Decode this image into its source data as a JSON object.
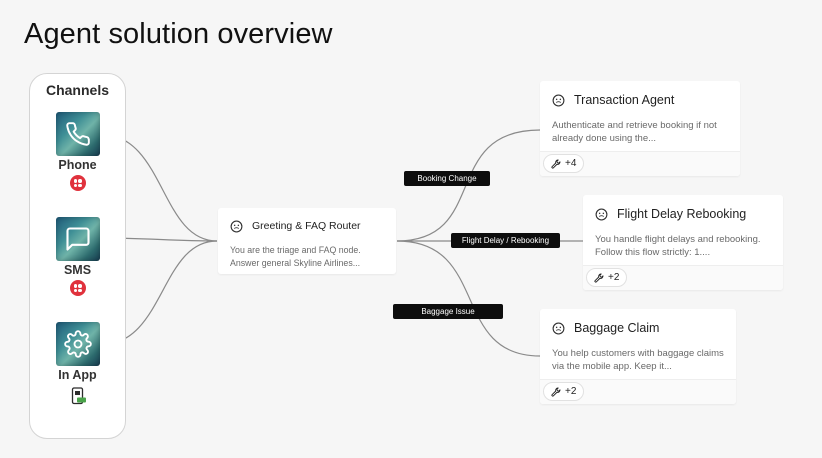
{
  "page": {
    "title": "Agent solution overview"
  },
  "channels": {
    "title": "Channels",
    "items": [
      {
        "label": "Phone",
        "icon": "phone-icon",
        "provider_icon": "twilio-logo-icon"
      },
      {
        "label": "SMS",
        "icon": "message-icon",
        "provider_icon": "twilio-logo-icon"
      },
      {
        "label": "In App",
        "icon": "gear-icon",
        "provider_icon": "mobile-app-icon"
      }
    ]
  },
  "router": {
    "title": "Greeting & FAQ Router",
    "icon": "agent-face-icon",
    "description": "You are the triage and FAQ node. Answer general Skyline Airlines..."
  },
  "routes": [
    {
      "label": "Booking Change"
    },
    {
      "label": "Flight Delay / Rebooking"
    },
    {
      "label": "Baggage Issue"
    }
  ],
  "agents": [
    {
      "title": "Transaction Agent",
      "icon": "agent-face-icon",
      "description": "Authenticate and retrieve booking if not already done using the...",
      "tools": "+4"
    },
    {
      "title": "Flight Delay Rebooking",
      "icon": "agent-face-icon",
      "description": "You handle flight delays and rebooking. Follow this flow strictly: 1....",
      "tools": "+2"
    },
    {
      "title": "Baggage Claim",
      "icon": "agent-face-icon",
      "description": "You help customers with baggage claims via the mobile app. Keep it...",
      "tools": "+2"
    }
  ],
  "colors": {
    "background": "#f6f6f6",
    "connector": "#8a8a8a",
    "label_bg": "#0d0d0d",
    "twilio_red": "#e0323d"
  }
}
